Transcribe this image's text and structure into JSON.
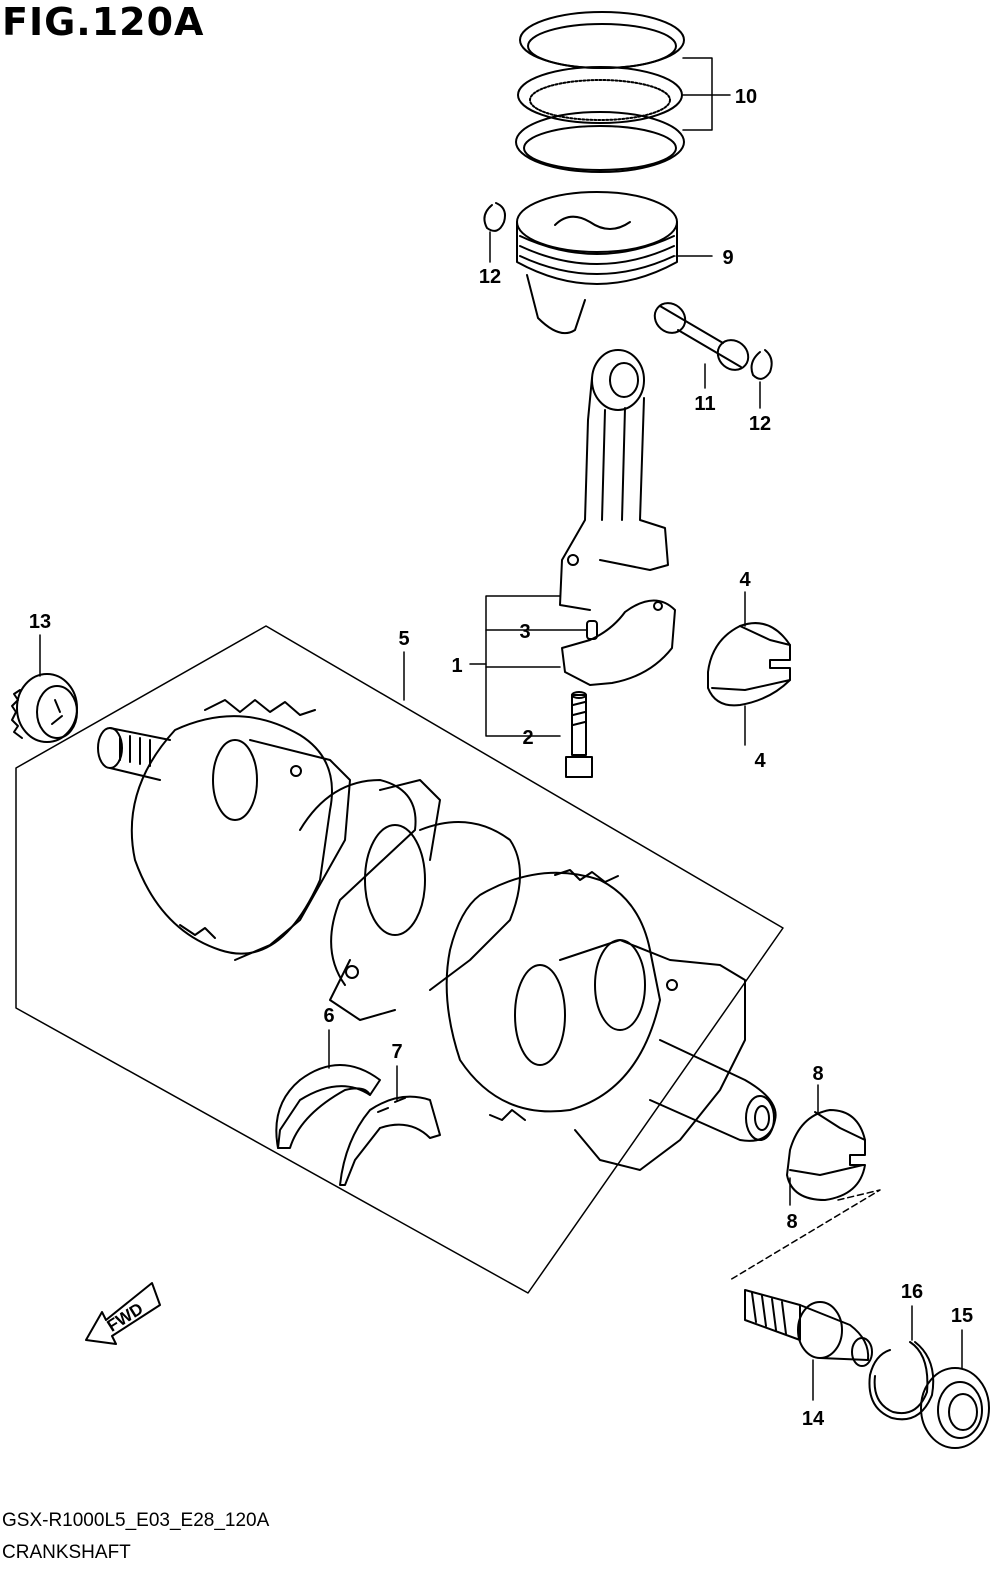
{
  "figure": {
    "title": "FIG.120A"
  },
  "callouts": [
    {
      "id": "c10",
      "label": "10"
    },
    {
      "id": "c9",
      "label": "9"
    },
    {
      "id": "c12a",
      "label": "12"
    },
    {
      "id": "c11",
      "label": "11"
    },
    {
      "id": "c12b",
      "label": "12"
    },
    {
      "id": "c13",
      "label": "13"
    },
    {
      "id": "c5",
      "label": "5"
    },
    {
      "id": "c3",
      "label": "3"
    },
    {
      "id": "c1",
      "label": "1"
    },
    {
      "id": "c2",
      "label": "2"
    },
    {
      "id": "c4a",
      "label": "4"
    },
    {
      "id": "c4b",
      "label": "4"
    },
    {
      "id": "c6",
      "label": "6"
    },
    {
      "id": "c7",
      "label": "7"
    },
    {
      "id": "c8a",
      "label": "8"
    },
    {
      "id": "c8b",
      "label": "8"
    },
    {
      "id": "c16",
      "label": "16"
    },
    {
      "id": "c15",
      "label": "15"
    },
    {
      "id": "c14",
      "label": "14"
    }
  ],
  "fwd_label": "FWD",
  "footer": {
    "code": "GSX-R1000L5_E03_E28_120A",
    "name": "CRANKSHAFT"
  }
}
